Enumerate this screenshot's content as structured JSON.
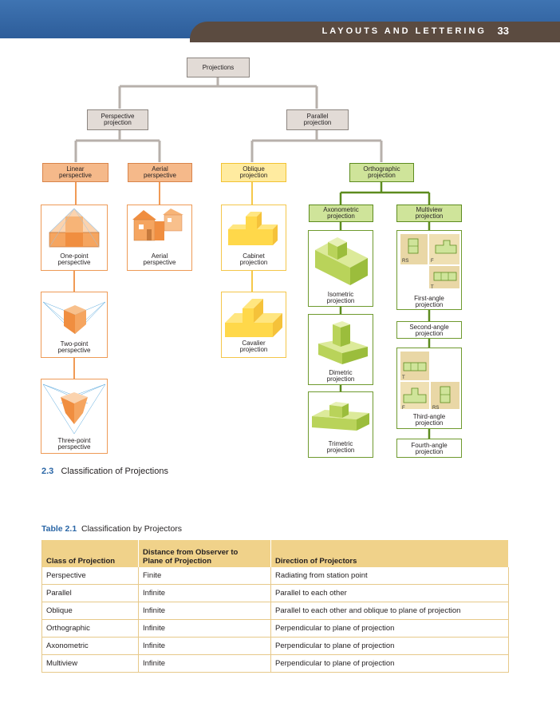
{
  "header": {
    "section": "LAYOUTS AND LETTERING",
    "page_number": "33"
  },
  "diagram": {
    "root": "Projections",
    "perspective": "Perspective\nprojection",
    "parallel": "Parallel\nprojection",
    "linear": "Linear\nperspective",
    "aerial": "Aerial\nperspective",
    "oblique": "Oblique\nprojection",
    "orthographic": "Orthographic\nprojection",
    "axonometric": "Axonometric\nprojection",
    "multiview": "Multiview\nprojection",
    "one_point": "One-point\nperspective",
    "two_point": "Two-point\nperspective",
    "three_point": "Three-point\nperspective",
    "aerial_persp": "Aerial\nperspective",
    "cabinet": "Cabinet\nprojection",
    "cavalier": "Cavalier\nprojection",
    "isometric": "Isometric\nprojection",
    "dimetric": "Dimetric\nprojection",
    "trimetric": "Trimetric\nprojection",
    "first_angle": "First-angle\nprojection",
    "second_angle": "Second-angle\nprojection",
    "third_angle": "Third-angle\nprojection",
    "fourth_angle": "Fourth-angle\nprojection",
    "view_labels": {
      "rs": "RS",
      "f": "F",
      "t": "T"
    }
  },
  "figure_caption": {
    "number": "2.3",
    "text": "Classification of Projections"
  },
  "table": {
    "caption_number": "Table 2.1",
    "caption_text": "Classification by Projectors",
    "headers": [
      "Class of Projection",
      "Distance from Observer to\nPlane of Projection",
      "Direction of Projectors"
    ],
    "rows": [
      [
        "Perspective",
        "Finite",
        "Radiating from station point"
      ],
      [
        "Parallel",
        "Infinite",
        "Parallel to each other"
      ],
      [
        "Oblique",
        "Infinite",
        "Parallel to each other and oblique to plane of projection"
      ],
      [
        "Orthographic",
        "Infinite",
        "Perpendicular to plane of projection"
      ],
      [
        "Axonometric",
        "Infinite",
        "Perpendicular to plane of projection"
      ],
      [
        "Multiview",
        "Infinite",
        "Perpendicular to plane of projection"
      ]
    ]
  }
}
